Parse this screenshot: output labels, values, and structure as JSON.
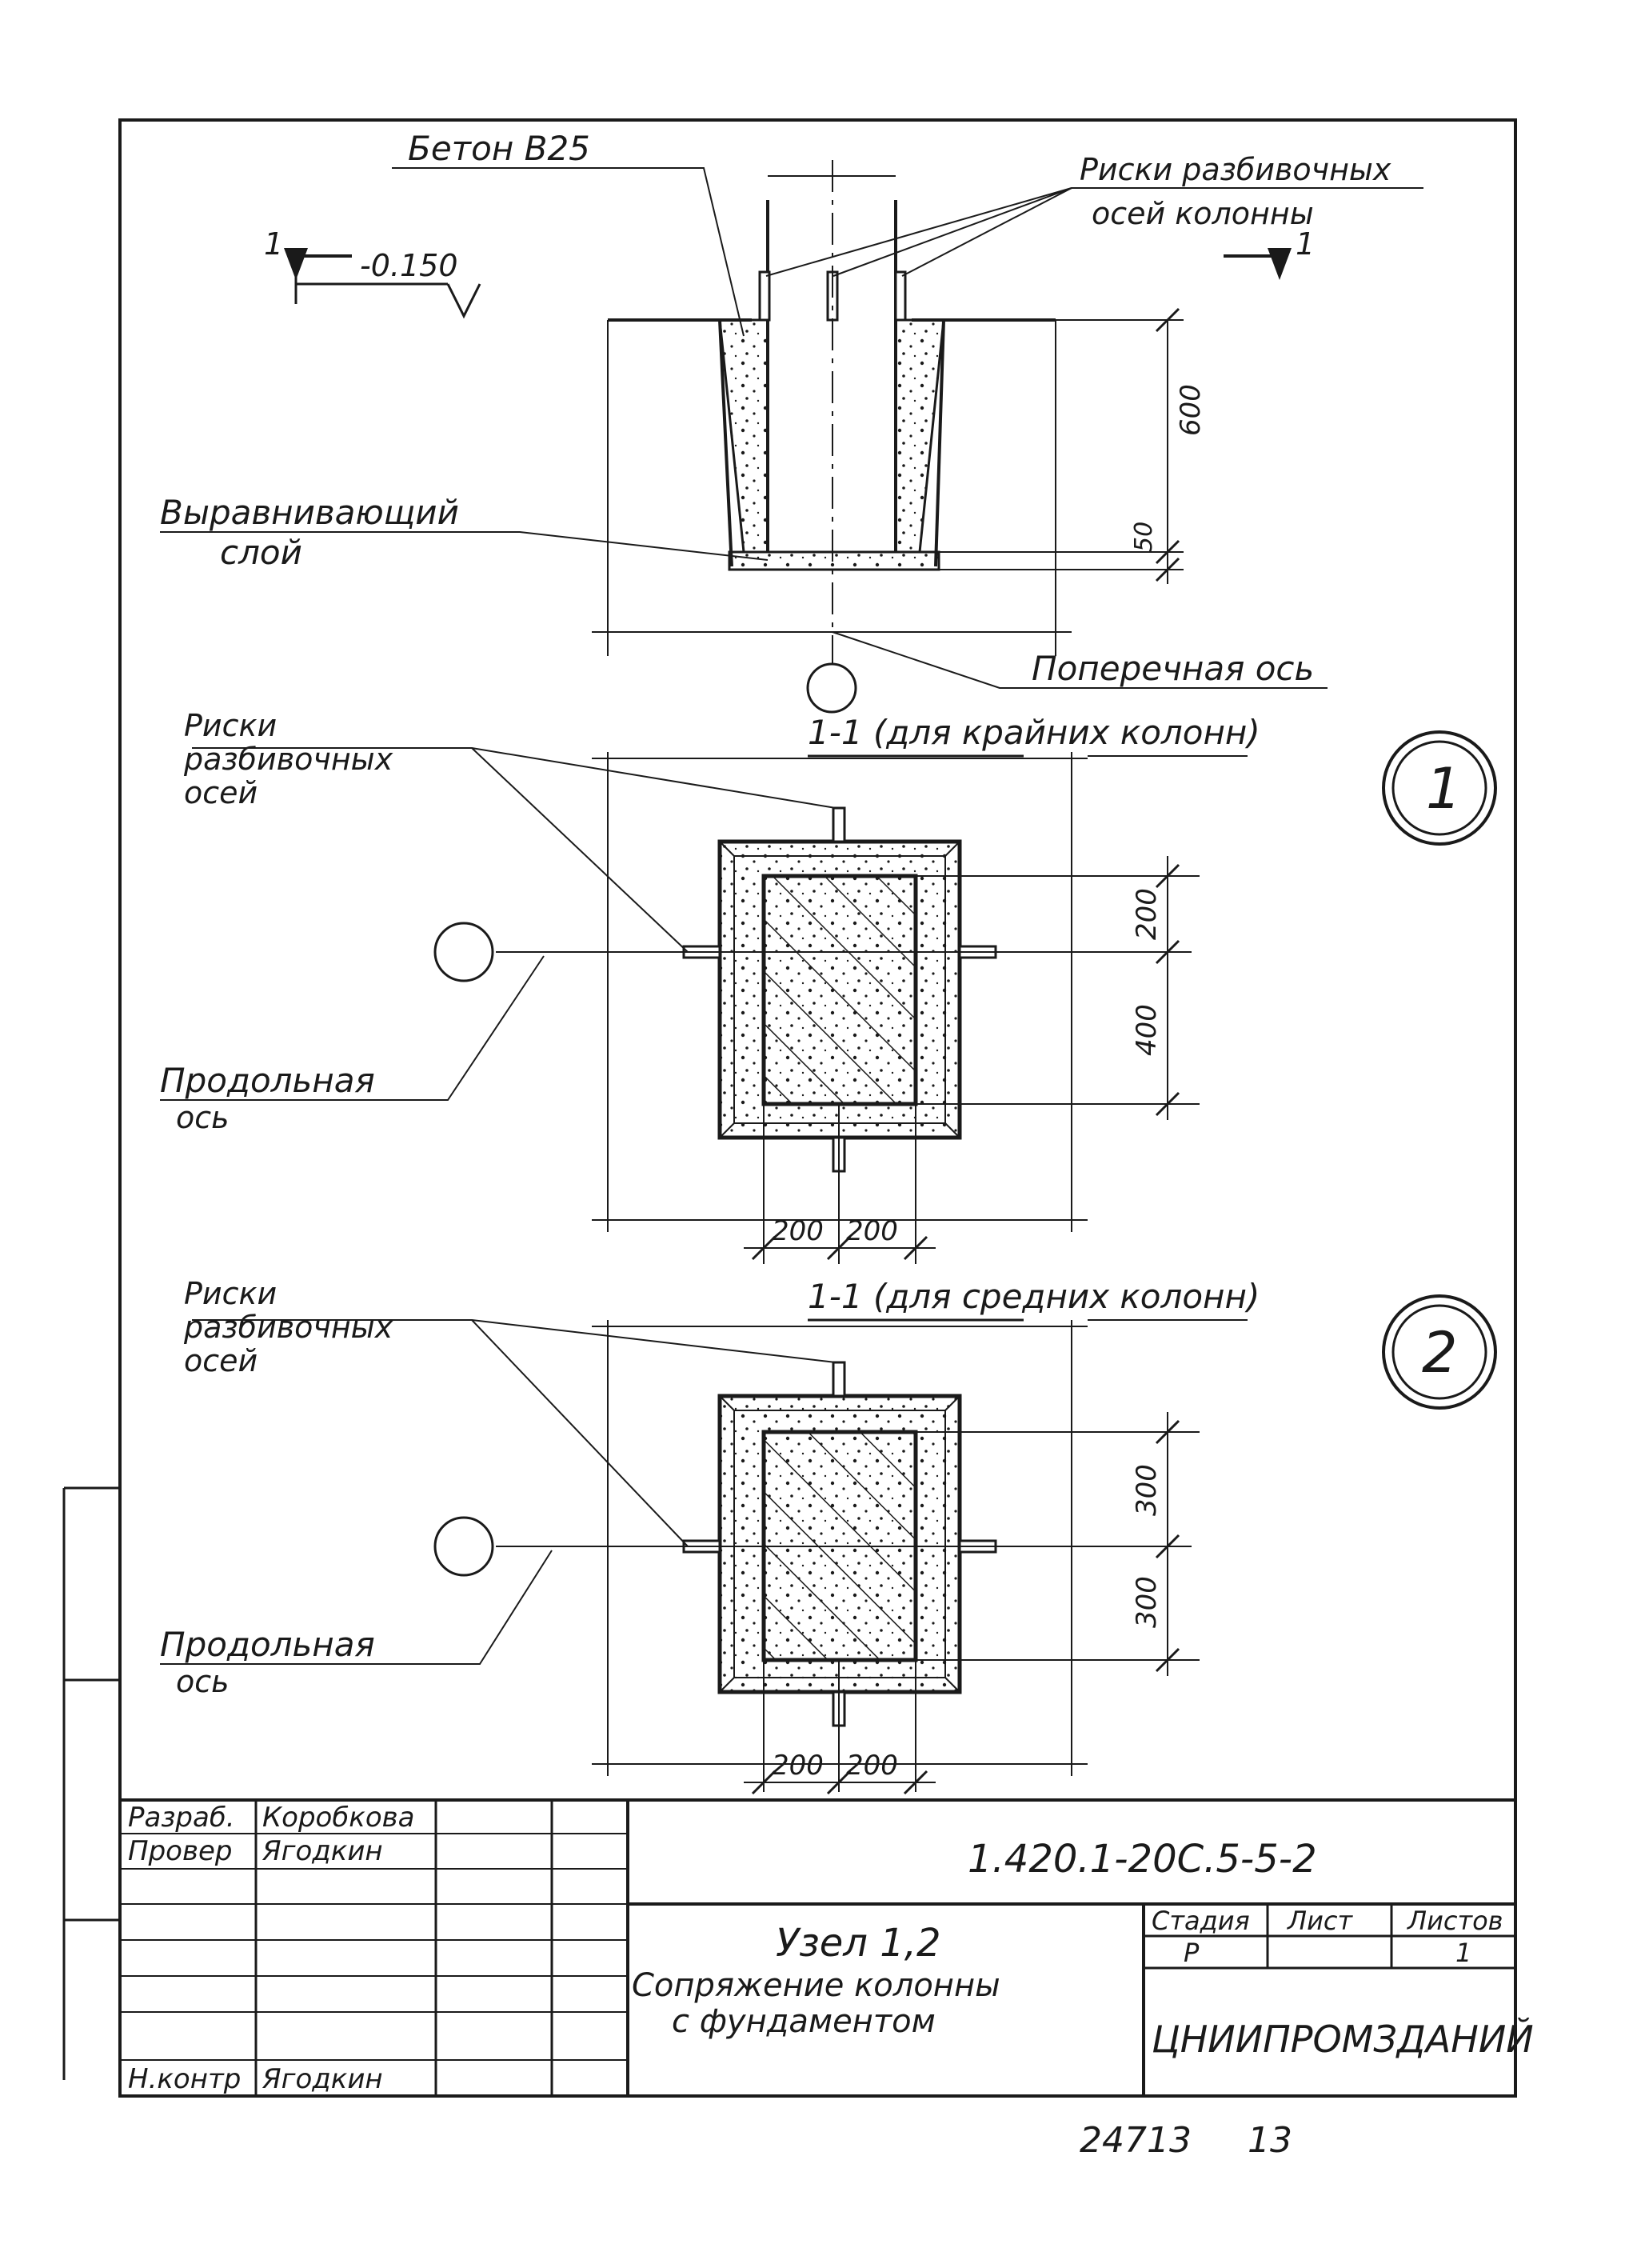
{
  "section": {
    "concrete_label": "Бетон В25",
    "marks_label_line1": "Риски разбивочных",
    "marks_label_line2": "осей колонны",
    "cut_marker": "1",
    "level": "-0.150",
    "leveling_label_line1": "Выравнивающий",
    "leveling_label_line2": "слой",
    "transverse_axis": "Поперечная ось",
    "dim_600": "600",
    "dim_50": "50"
  },
  "plans": [
    {
      "title": "1-1 (для крайних колонн)",
      "node_number": "1",
      "marks_line1": "Риски",
      "marks_line2": "разбивочных",
      "marks_line3": "осей",
      "axis_line1": "Продольная",
      "axis_line2": "ось",
      "dim_upper": "200",
      "dim_lower": "400",
      "dim_left": "200",
      "dim_right": "200"
    },
    {
      "title": "1-1 (для средних колонн)",
      "node_number": "2",
      "marks_line1": "Риски",
      "marks_line2": "разбивочных",
      "marks_line3": "осей",
      "axis_line1": "Продольная",
      "axis_line2": "ось",
      "dim_upper": "300",
      "dim_lower": "300",
      "dim_left": "200",
      "dim_right": "200"
    }
  ],
  "title_block": {
    "developed_role": "Разраб.",
    "developed_name": "Коробкова",
    "checked_role": "Провер",
    "checked_name": "Ягодкин",
    "norm_role": "Н.контр",
    "norm_name": "Ягодкин",
    "doc_code": "1.420.1-20С.5-5-2",
    "drawing_title_line1": "Узел 1,2",
    "drawing_title_line2": "Сопряжение колонны",
    "drawing_title_line3": "с фундаментом",
    "stage_header": "Стадия",
    "sheet_header": "Лист",
    "sheets_header": "Листов",
    "stage_value": "Р",
    "sheet_value": "",
    "sheets_value": "1",
    "organization": "ЦНИИПРОМЗДАНИЙ"
  },
  "footer": {
    "inventory_number": "24713",
    "page_number": "13"
  }
}
